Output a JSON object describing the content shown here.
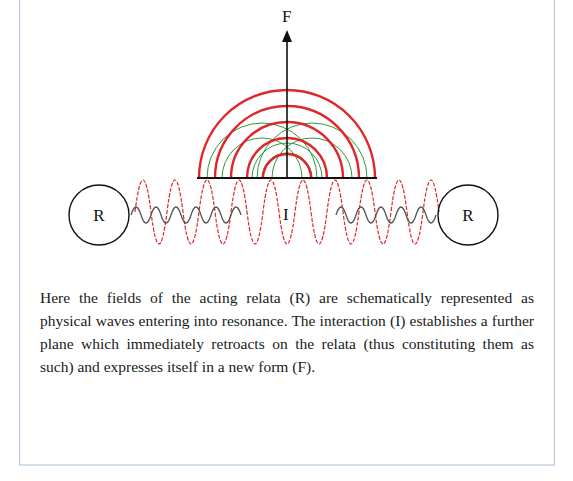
{
  "diagram": {
    "caption": "Here the fields of the acting relata (R) are schematically represented as physical waves entering into resonance. The interaction (I) establishes a further plane which immediately retroacts on the relata (thus constituting them as such) and expresses itself in a new form (F).",
    "nodes": [
      {
        "text": [
          "R"
        ]
      },
      {
        "text": [
          "R"
        ]
      }
    ],
    "labels": [
      "F",
      "I"
    ]
  }
}
